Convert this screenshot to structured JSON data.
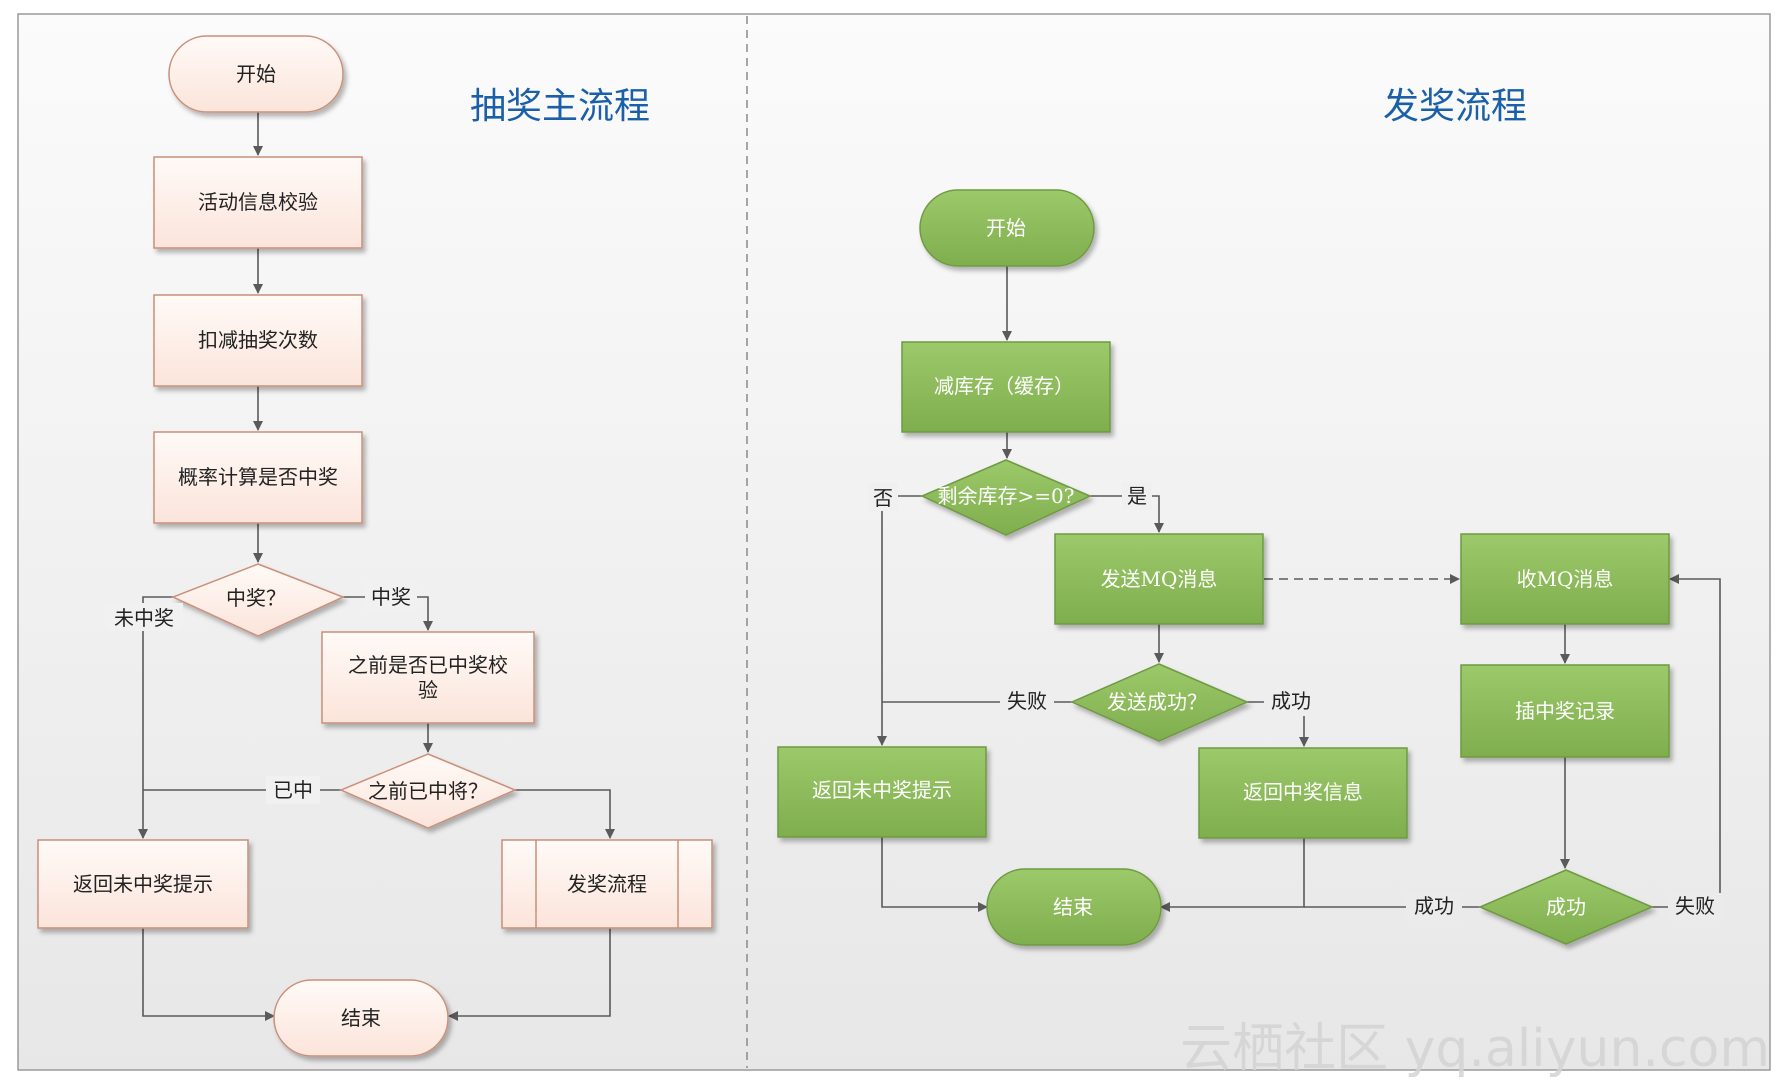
{
  "left": {
    "title": "抽奖主流程",
    "start": "开始",
    "verify_activity": "活动信息校验",
    "deduct_count": "扣减抽奖次数",
    "probability": "概率计算是否中奖",
    "is_win": "中奖？",
    "label_not_win": "未中奖",
    "label_win": "中奖",
    "check_prev_lines": [
      "之前是否已中奖校",
      "验"
    ],
    "prev_won": "之前已中将？",
    "label_already": "已中",
    "return_no_win": "返回未中奖提示",
    "issue_prize_process": "发奖流程",
    "end": "结束"
  },
  "right": {
    "title": "发奖流程",
    "start": "开始",
    "reduce_stock": "减库存（缓存）",
    "stock_check": "剩余库存>=0?",
    "label_no": "否",
    "label_yes": "是",
    "send_mq": "发送MQ消息",
    "send_success": "发送成功？",
    "label_fail": "失败",
    "label_success": "成功",
    "return_no_win": "返回未中奖提示",
    "return_win_info": "返回中奖信息",
    "end": "结束",
    "receive_mq": "收MQ消息",
    "insert_record": "插中奖记录",
    "success_check": "成功",
    "label_success_2": "成功",
    "label_fail_2": "失败"
  },
  "watermark": "云栖社区 yq.aliyun.com",
  "colors": {
    "peach_fill": "#fdf1ec",
    "peach_stroke": "#c9907a",
    "green_fill": "#8cba5a",
    "green_stroke": "#6e9a42",
    "title_blue": "#1a5fa8"
  }
}
